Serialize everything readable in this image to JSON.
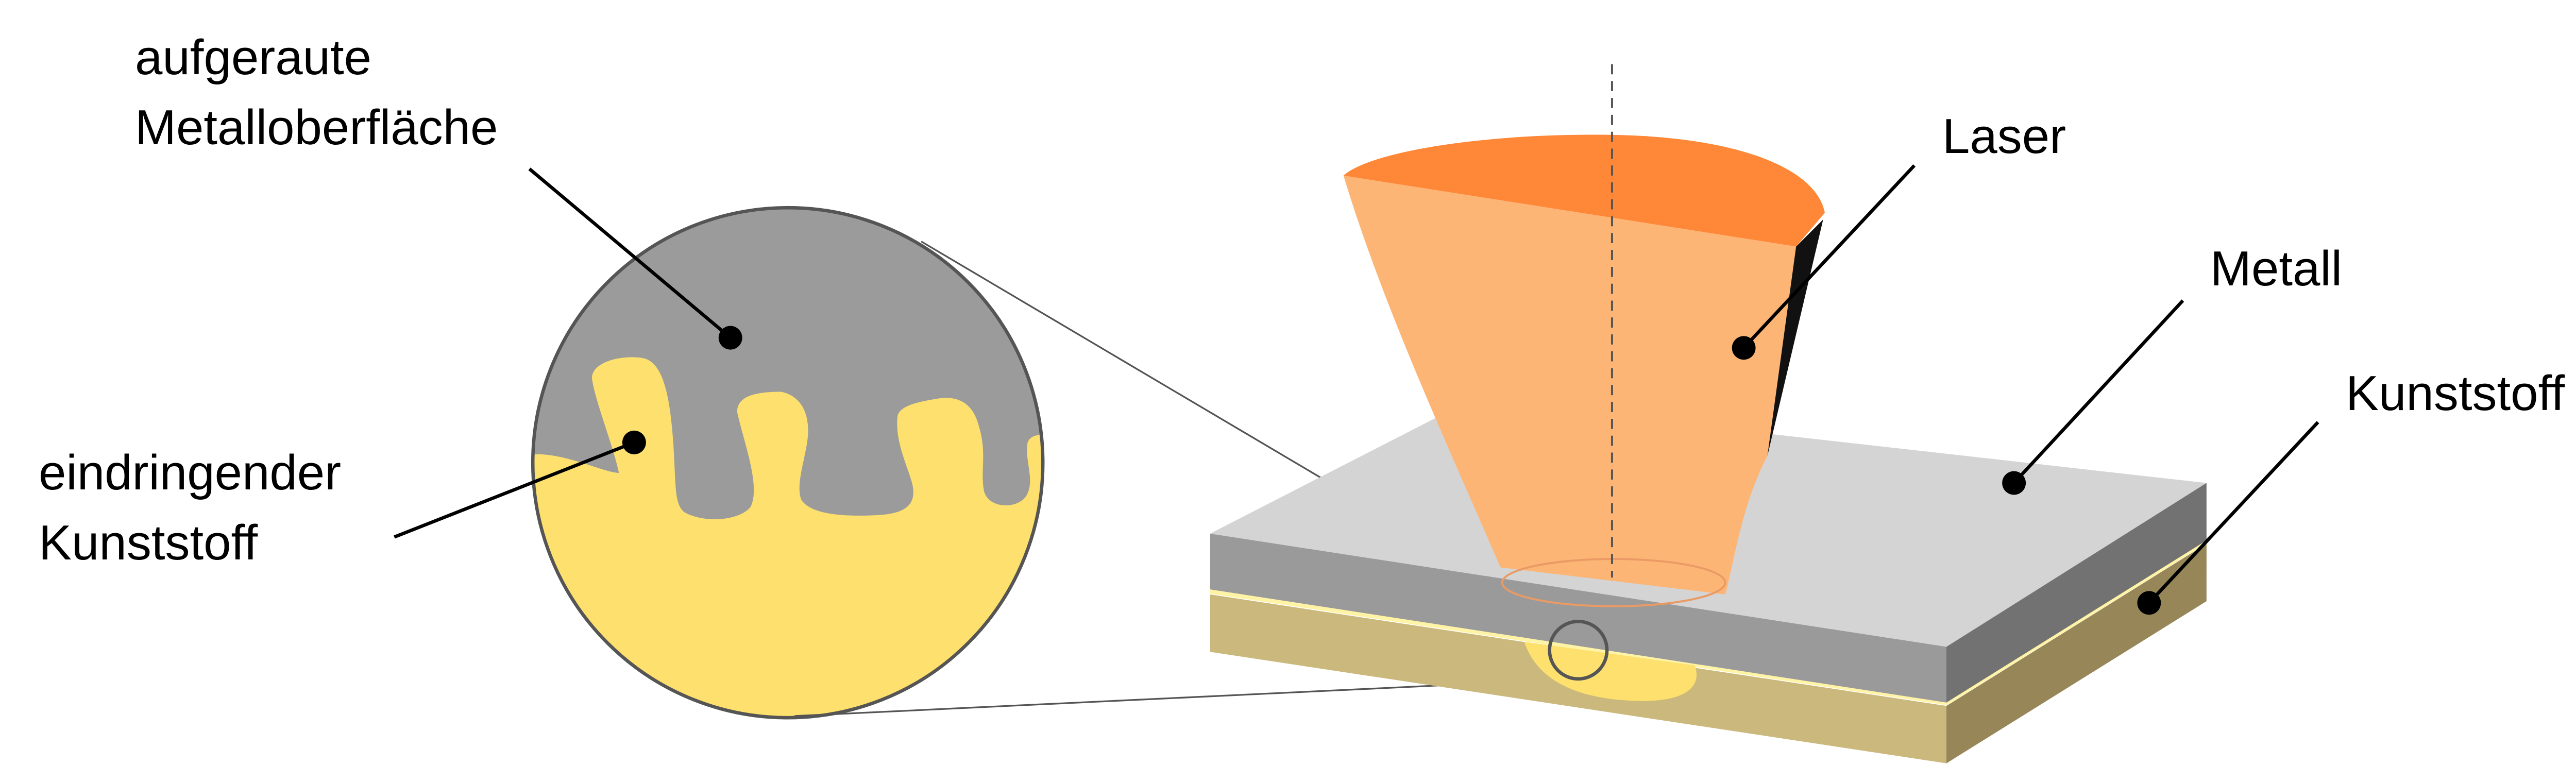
{
  "labels": {
    "roughened_surface": {
      "line1": "aufgeraute",
      "line2": "Metalloberfläche"
    },
    "penetrating_plastic": {
      "line1": "eindringender",
      "line2": "Kunststoff"
    },
    "laser": "Laser",
    "metal": "Metall",
    "plastic": "Kunststoff"
  },
  "colors": {
    "metal_top": "#d4d4d4",
    "metal_front": "#9a9a9a",
    "metal_side": "#727272",
    "plastic_front": "#cbb87c",
    "plastic_side": "#968658",
    "interface_line": "#fff3a6",
    "laser_body": "#fdb576",
    "laser_top": "#fe8838",
    "melt_pool": "#fde06e",
    "zoom_metal": "#9b9b9b",
    "zoom_plastic": "#fde06e"
  }
}
